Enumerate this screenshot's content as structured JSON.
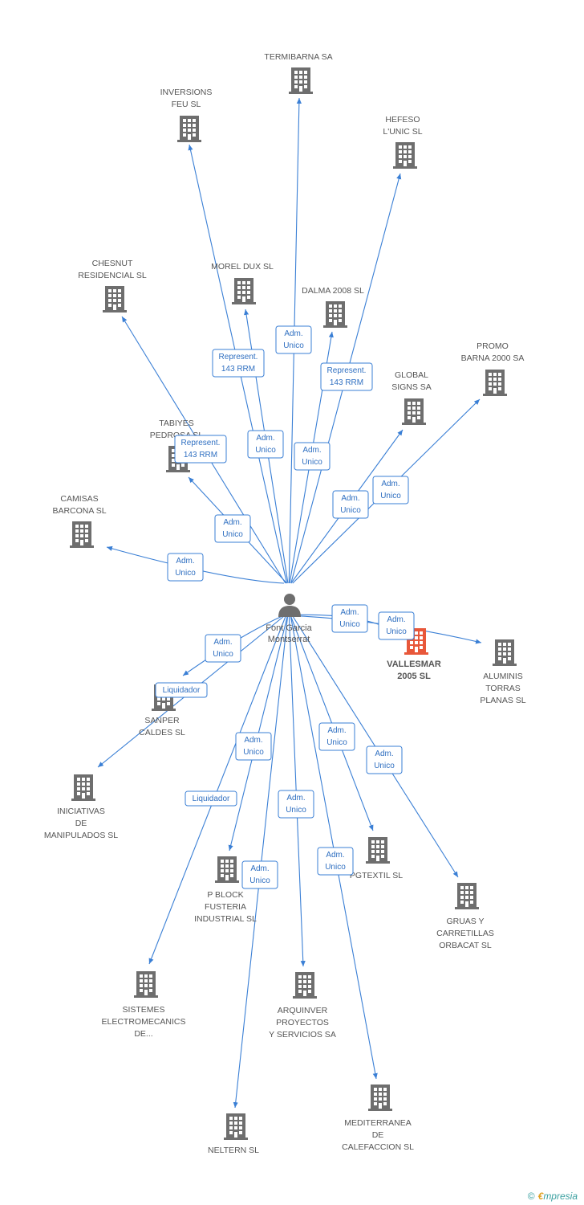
{
  "colors": {
    "edge": "#3a7fd5",
    "building": "#6e6e6e",
    "highlight": "#e8573a",
    "label": "#555555"
  },
  "center": {
    "label": [
      "Font Garcia",
      "Montserrat"
    ],
    "icon": "person-icon"
  },
  "nodes": [
    {
      "id": "termibarna",
      "label": [
        "TERMIBARNA SA"
      ],
      "highlight": false
    },
    {
      "id": "inversions-feu",
      "label": [
        "INVERSIONS",
        "FEU SL"
      ],
      "highlight": false
    },
    {
      "id": "hefeso",
      "label": [
        "HEFESO",
        "L'UNIC SL"
      ],
      "highlight": false
    },
    {
      "id": "chesnut",
      "label": [
        "CHESNUT",
        "RESIDENCIAL SL"
      ],
      "highlight": false
    },
    {
      "id": "morel-dux",
      "label": [
        "MOREL DUX SL"
      ],
      "highlight": false
    },
    {
      "id": "dalma-2008",
      "label": [
        "DALMA 2008 SL"
      ],
      "highlight": false
    },
    {
      "id": "promo-barna",
      "label": [
        "PROMO",
        "BARNA 2000 SA"
      ],
      "highlight": false
    },
    {
      "id": "global-signs",
      "label": [
        "GLOBAL",
        "SIGNS SA"
      ],
      "highlight": false
    },
    {
      "id": "tabiyes-pedrosa",
      "label": [
        "TABIYES",
        "PEDROSA SL"
      ],
      "highlight": false
    },
    {
      "id": "camisas-barcona",
      "label": [
        "CAMISAS",
        "BARCONA SL"
      ],
      "highlight": false
    },
    {
      "id": "vallesmar",
      "label": [
        "VALLESMAR",
        "2005 SL"
      ],
      "highlight": true
    },
    {
      "id": "aluminis-torras",
      "label": [
        "ALUMINIS",
        "TORRAS",
        "PLANAS SL"
      ],
      "highlight": false
    },
    {
      "id": "sanper-caldes",
      "label": [
        "SANPER",
        "CALDES SL"
      ],
      "highlight": false
    },
    {
      "id": "iniciativas",
      "label": [
        "INICIATIVAS",
        "DE",
        "MANIPULADOS SL"
      ],
      "highlight": false
    },
    {
      "id": "pgtextil",
      "label": [
        "PGTEXTIL SL"
      ],
      "highlight": false
    },
    {
      "id": "gruas",
      "label": [
        "GRUAS Y",
        "CARRETILLAS",
        "ORBACAT SL"
      ],
      "highlight": false
    },
    {
      "id": "p-block",
      "label": [
        "P BLOCK",
        "FUSTERIA",
        "INDUSTRIAL SL"
      ],
      "highlight": false
    },
    {
      "id": "sistemes",
      "label": [
        "SISTEMES",
        "ELECTROMECANICS",
        "DE..."
      ],
      "highlight": false
    },
    {
      "id": "arquinver",
      "label": [
        "ARQUINVER",
        "PROYECTOS",
        "Y SERVICIOS SA"
      ],
      "highlight": false
    },
    {
      "id": "mediterranea",
      "label": [
        "MEDITERRANEA",
        "DE",
        "CALEFACCION SL"
      ],
      "highlight": false
    },
    {
      "id": "neltern",
      "label": [
        "NELTERN SL"
      ],
      "highlight": false
    }
  ],
  "edges": [
    {
      "to": "termibarna",
      "label": [
        "Adm.",
        "Unico"
      ]
    },
    {
      "to": "inversions-feu",
      "label": [
        "Represent.",
        "143 RRM"
      ]
    },
    {
      "to": "hefeso",
      "label": [
        "Represent.",
        "143 RRM"
      ]
    },
    {
      "to": "chesnut",
      "label": [
        "Represent.",
        "143 RRM"
      ]
    },
    {
      "to": "morel-dux",
      "label": [
        "Adm.",
        "Unico"
      ]
    },
    {
      "to": "dalma-2008",
      "label": [
        "Adm.",
        "Unico"
      ]
    },
    {
      "to": "promo-barna",
      "label": [
        "Adm.",
        "Unico"
      ]
    },
    {
      "to": "global-signs",
      "label": [
        "Adm.",
        "Unico"
      ]
    },
    {
      "to": "tabiyes-pedrosa",
      "label": [
        "Adm.",
        "Unico"
      ]
    },
    {
      "to": "camisas-barcona",
      "label": [
        "Adm.",
        "Unico"
      ]
    },
    {
      "to": "vallesmar",
      "label": [
        "Adm.",
        "Unico"
      ]
    },
    {
      "to": "aluminis-torras",
      "label": [
        "Adm.",
        "Unico"
      ]
    },
    {
      "to": "sanper-caldes",
      "label": [
        "Adm.",
        "Unico"
      ]
    },
    {
      "to": "iniciativas",
      "label": [
        "Liquidador"
      ]
    },
    {
      "to": "pgtextil",
      "label": [
        "Adm.",
        "Unico"
      ]
    },
    {
      "to": "gruas",
      "label": [
        "Adm.",
        "Unico"
      ]
    },
    {
      "to": "p-block",
      "label": [
        "Adm.",
        "Unico"
      ]
    },
    {
      "to": "sistemes",
      "label": [
        "Liquidador"
      ]
    },
    {
      "to": "arquinver",
      "label": [
        "Adm.",
        "Unico"
      ]
    },
    {
      "to": "mediterranea",
      "label": [
        "Adm.",
        "Unico"
      ]
    },
    {
      "to": "neltern",
      "label": [
        "Adm.",
        "Unico"
      ]
    }
  ],
  "footer": {
    "copyright_symbol": "©",
    "brand_first": "€",
    "brand_rest": "mpresia"
  }
}
